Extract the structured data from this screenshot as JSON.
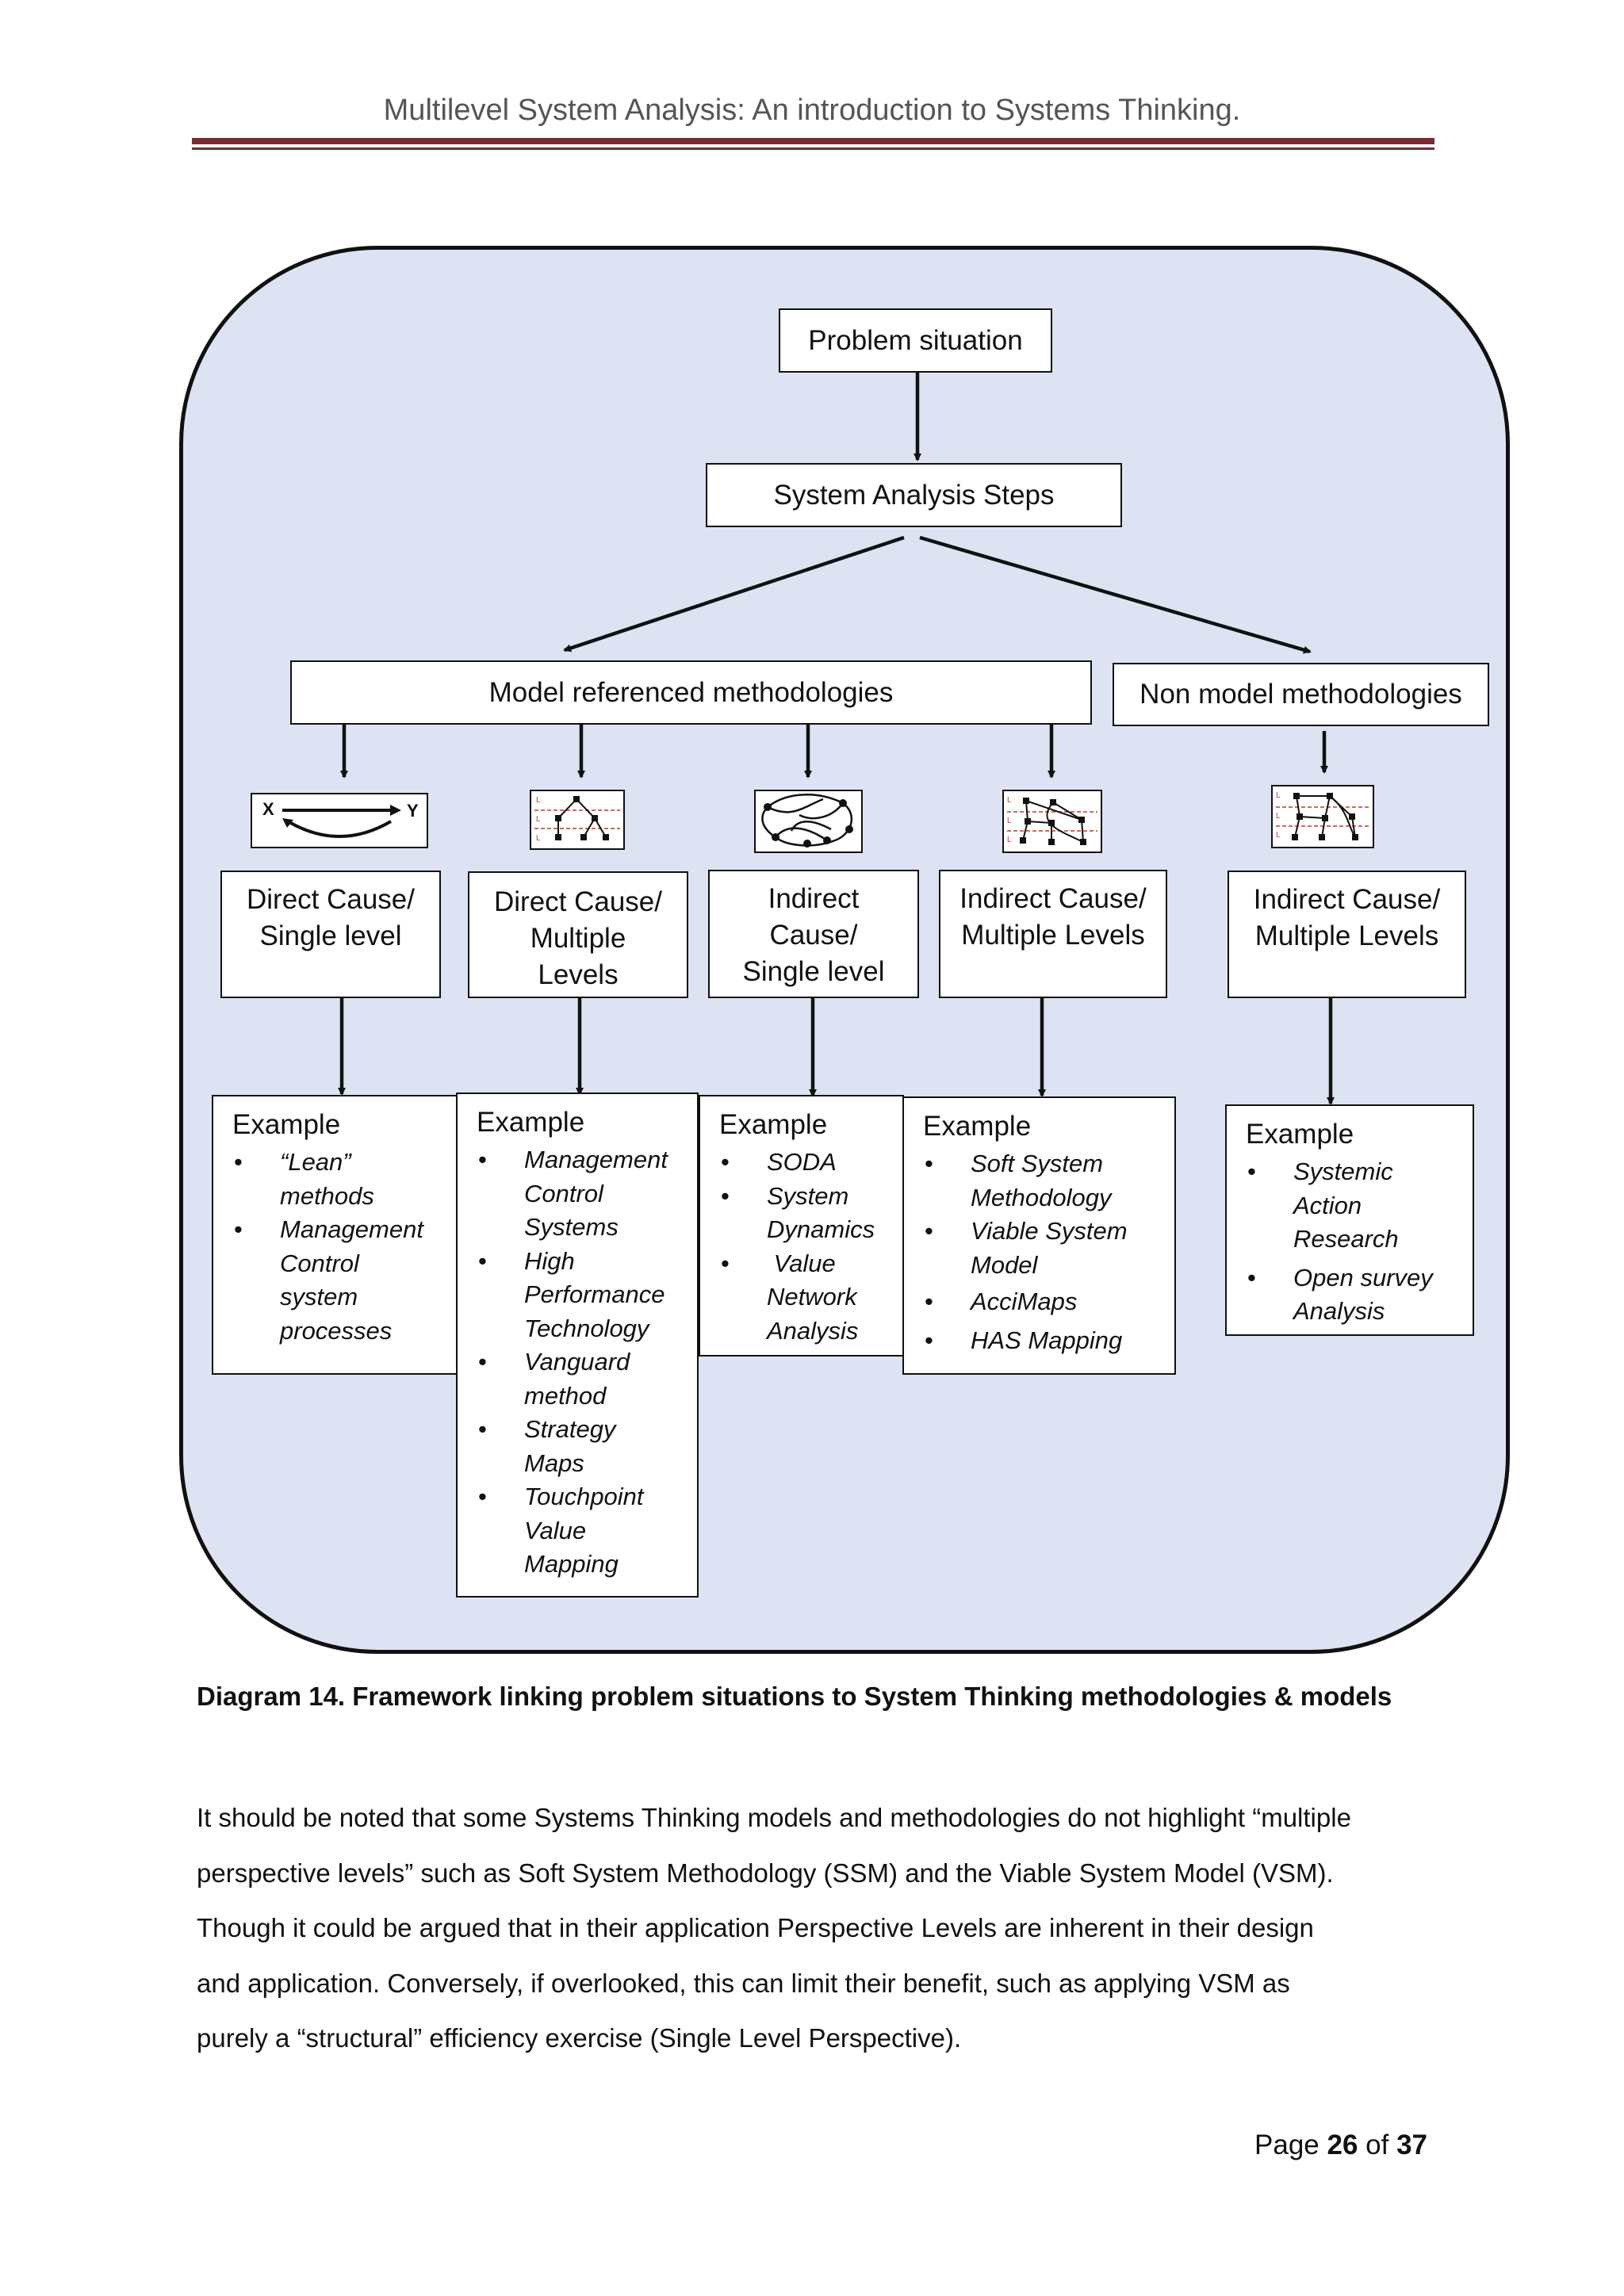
{
  "header": {
    "title": "Multilevel System Analysis:  An introduction to Systems Thinking."
  },
  "diagram": {
    "top_box": "Problem situation",
    "steps_box": "System Analysis Steps",
    "model_box": "Model referenced methodologies",
    "non_model_box": "Non model methodologies",
    "icon_labels": {
      "x": "X",
      "y": "Y",
      "level": "L"
    },
    "categories": [
      {
        "label_lines": [
          "Direct Cause/",
          "Single level"
        ]
      },
      {
        "label_lines": [
          "Direct Cause/",
          "Multiple",
          "Levels"
        ]
      },
      {
        "label_lines": [
          "Indirect",
          "Cause/",
          "Single level"
        ]
      },
      {
        "label_lines": [
          "Indirect Cause/",
          "Multiple Levels"
        ]
      },
      {
        "label_lines": [
          "Indirect Cause/",
          "Multiple Levels"
        ]
      }
    ],
    "examples": [
      {
        "title": "Example",
        "items": [
          [
            "“Lean”",
            "methods"
          ],
          [
            "Management",
            "Control",
            "system",
            "processes"
          ]
        ]
      },
      {
        "title": "Example",
        "items": [
          [
            "Management",
            "Control",
            "Systems"
          ],
          [
            "High",
            "Performance",
            "Technology"
          ],
          [
            "Vanguard",
            "method"
          ],
          [
            "Strategy",
            "Maps"
          ],
          [
            "Touchpoint",
            "Value",
            "Mapping"
          ]
        ]
      },
      {
        "title": "Example",
        "items": [
          [
            "SODA"
          ],
          [
            "System",
            "Dynamics"
          ],
          [
            " Value",
            "Network",
            "Analysis"
          ]
        ]
      },
      {
        "title": "Example",
        "items": [
          [
            "Soft System",
            "Methodology"
          ],
          [
            "Viable System",
            "Model"
          ],
          [
            "AcciMaps"
          ],
          [
            "HAS Mapping"
          ]
        ]
      },
      {
        "title": "Example",
        "items": [
          [
            "Systemic",
            "Action",
            "Research"
          ],
          [
            "Open survey",
            "Analysis"
          ]
        ]
      }
    ]
  },
  "caption": "Diagram 14. Framework linking problem situations to System Thinking methodologies & models",
  "paragraph_lines": [
    "It should be noted that some Systems Thinking models and methodologies do not highlight “multiple",
    "perspective levels” such as Soft System Methodology (SSM) and the Viable System Model (VSM).",
    "Though it could be argued that in their application Perspective Levels are inherent in their design",
    "and application.  Conversely, if overlooked, this can limit their benefit, such as applying VSM as",
    "purely a “structural” efficiency exercise (Single Level Perspective)."
  ],
  "footer": {
    "prefix": "Page ",
    "current": "26",
    "middle": " of ",
    "total": "37"
  }
}
